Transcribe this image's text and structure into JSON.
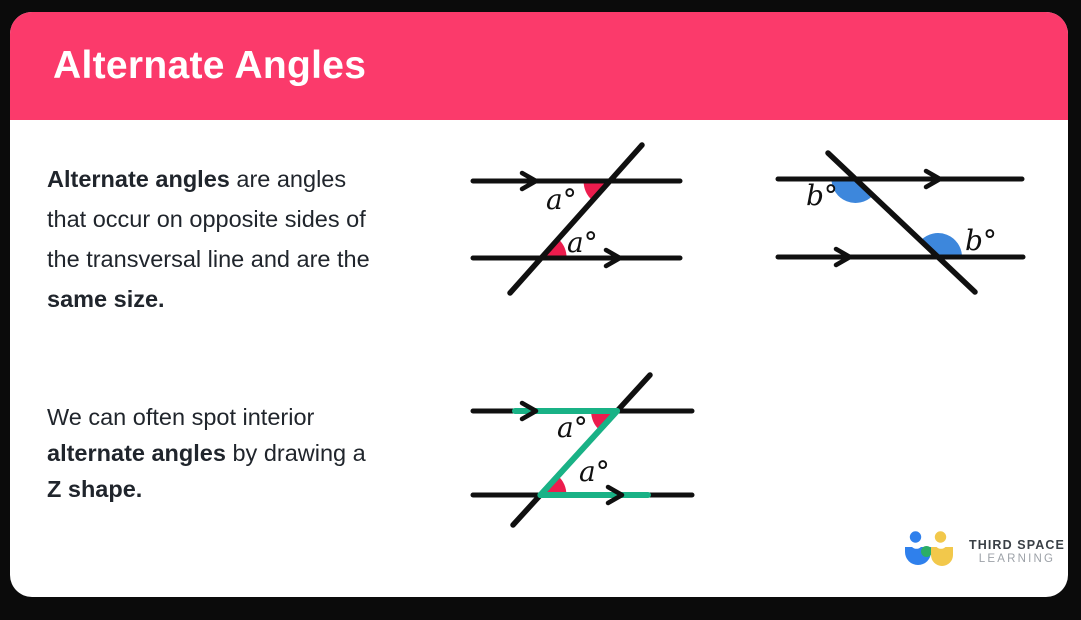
{
  "header": {
    "title": "Alternate Angles",
    "bg_color": "#fb3a6b"
  },
  "intro": {
    "line1_bold": "Alternate angles",
    "line1_rest": " are angles",
    "line2": "that occur on opposite sides of",
    "line3": "the transversal line and are the",
    "line4_bold": "same size."
  },
  "tip": {
    "line1": "We can often spot interior",
    "line2_bold": "alternate angles",
    "line2_rest": " by drawing a",
    "line3_bold": "Z shape."
  },
  "diagrams": {
    "d1": {
      "top_label": "a°",
      "bottom_label": "a°",
      "angle_color": "#ec1c4d"
    },
    "d2": {
      "top_label": "b°",
      "bottom_label": "b°",
      "angle_color": "#3d87dc"
    },
    "d3": {
      "top_label": "a°",
      "bottom_label": "a°",
      "angle_color": "#ec1c4d",
      "z_color": "#19b286"
    }
  },
  "logo": {
    "name_line1": "THIRD SPACE",
    "name_line2": "LEARNING",
    "person1_color": "#2f80ec",
    "person2_color": "#f2c84b",
    "accent_color": "#2bae66"
  }
}
